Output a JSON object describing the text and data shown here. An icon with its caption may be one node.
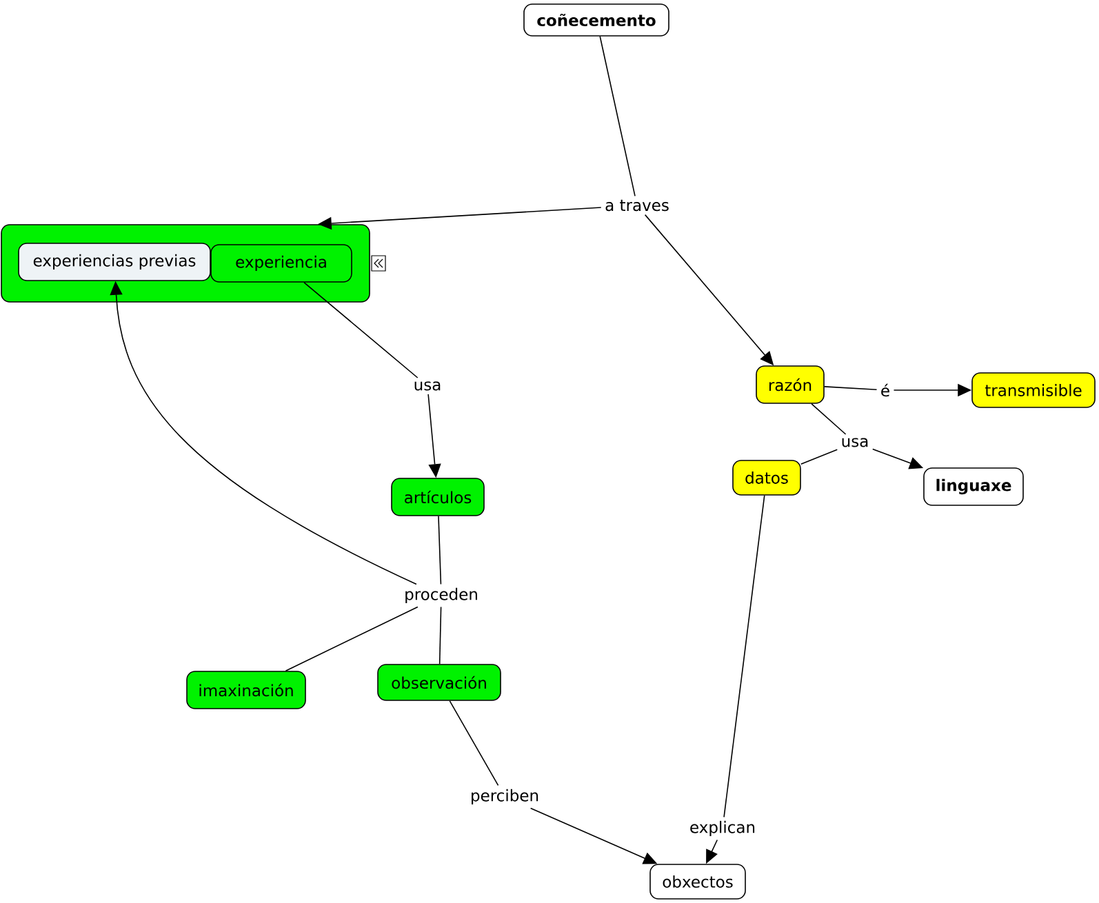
{
  "diagram": {
    "nodes": [
      {
        "text": [
          "coñecemento"
        ]
      },
      {
        "text": [
          "a traves"
        ]
      },
      {
        "text": [],
        "shape": "box"
      },
      {
        "text": [
          "experiencias previas"
        ],
        "in": 2
      },
      {
        "text": [
          "experiencia"
        ],
        "in": 2
      },
      {
        "text": [
          "razón"
        ]
      },
      {
        "text": [
          "é"
        ]
      },
      {
        "text": [
          "transmisible"
        ]
      },
      {
        "text": [
          "usa"
        ]
      },
      {
        "text": [
          "usa"
        ]
      },
      {
        "text": [
          "datos"
        ]
      },
      {
        "text": [
          "linguaxe"
        ]
      },
      {
        "text": [
          "artículos"
        ]
      },
      {
        "text": [
          "proceden"
        ]
      },
      {
        "text": [
          "imaxinación"
        ]
      },
      {
        "text": [
          "observación"
        ]
      },
      {
        "text": [
          "perciben"
        ]
      },
      {
        "text": [
          "explican"
        ]
      },
      {
        "text": [
          "obxectos"
        ]
      }
    ],
    "edges": [
      {
        "from": 0,
        "to": 1,
        "arrow": "none"
      },
      {
        "from": 1,
        "to": 2,
        "arrow": "to"
      },
      {
        "from": 1,
        "to": 5,
        "arrow": "to"
      },
      {
        "from": 4,
        "to": 8,
        "arrow": "none"
      },
      {
        "from": 8,
        "to": 12,
        "arrow": "to"
      },
      {
        "from": 5,
        "to": 6,
        "arrow": "none"
      },
      {
        "from": 6,
        "to": 7,
        "arrow": "to"
      },
      {
        "from": 5,
        "to": 9,
        "arrow": "none"
      },
      {
        "from": 10,
        "to": 9,
        "arrow": "none"
      },
      {
        "from": 9,
        "to": 11,
        "arrow": "to"
      },
      {
        "from": 12,
        "to": 13,
        "arrow": "none"
      },
      {
        "from": 13,
        "to": 3,
        "arrow": "to"
      },
      {
        "from": 13,
        "to": 14,
        "arrow": "none"
      },
      {
        "from": 13,
        "to": 15,
        "arrow": "none"
      },
      {
        "from": 15,
        "to": 16,
        "arrow": "none"
      },
      {
        "from": 16,
        "to": 18,
        "arrow": "to"
      },
      {
        "from": 10,
        "to": 17,
        "arrow": "none"
      },
      {
        "from": 17,
        "to": 18,
        "arrow": "to"
      }
    ]
  }
}
